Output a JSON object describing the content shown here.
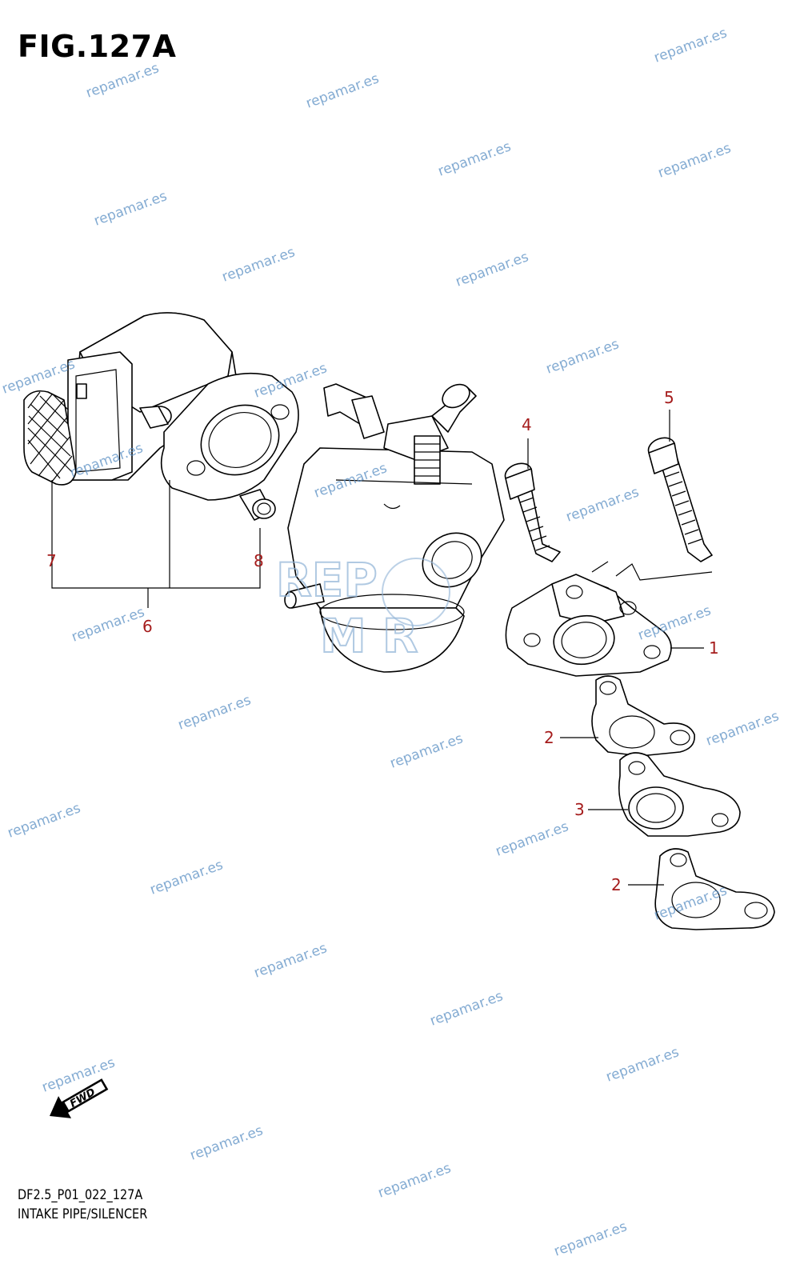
{
  "figure": {
    "title": "FIG.127A",
    "code": "DF2.5_P01_022_127A",
    "name": "INTAKE PIPE/SILENCER"
  },
  "callouts": [
    "1",
    "2",
    "2",
    "3",
    "4",
    "5",
    "6",
    "7",
    "8"
  ],
  "fwd_label": "FWD",
  "watermark": {
    "text": "repamar.es",
    "logo_line1": "REP",
    "logo_line2": "M R"
  },
  "colors": {
    "callout": "#a51c1c",
    "watermark": "#5a8fc4"
  }
}
